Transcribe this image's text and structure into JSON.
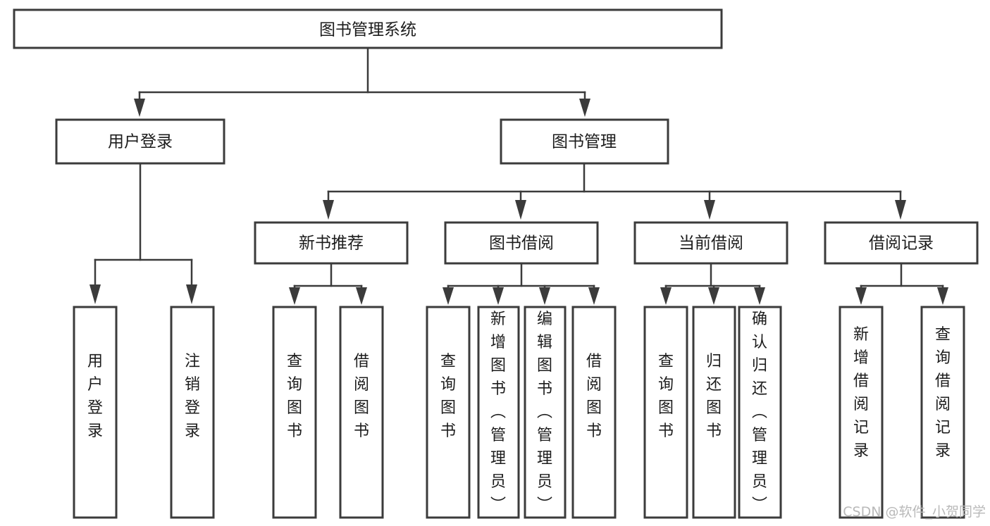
{
  "diagram": {
    "title": "图书管理系统",
    "type": "tree-hierarchy",
    "root": {
      "label": "图书管理系统"
    },
    "level2": [
      {
        "label": "用户登录"
      },
      {
        "label": "图书管理"
      }
    ],
    "level3": [
      {
        "label": "新书推荐"
      },
      {
        "label": "图书借阅"
      },
      {
        "label": "当前借阅"
      },
      {
        "label": "借阅记录"
      }
    ],
    "leaves": {
      "user_login": [
        {
          "label": "用户登录"
        },
        {
          "label": "注销登录"
        }
      ],
      "new_book_recommend": [
        {
          "label": "查询图书"
        },
        {
          "label": "借阅图书"
        }
      ],
      "book_borrow": [
        {
          "label": "查询图书"
        },
        {
          "label": "新增图书（管理员）"
        },
        {
          "label": "编辑图书（管理员）"
        },
        {
          "label": "借阅图书"
        }
      ],
      "current_borrow": [
        {
          "label": "查询图书"
        },
        {
          "label": "归还图书"
        },
        {
          "label": "确认归还（管理员）"
        }
      ],
      "borrow_record": [
        {
          "label": "新增借阅记录"
        },
        {
          "label": "查询借阅记录"
        }
      ]
    }
  },
  "watermark": {
    "text": "CSDN @软件_小贺同学"
  },
  "colors": {
    "background": "#ffffff",
    "box_fill": "#ffffff",
    "box_stroke": "#3b3b3b",
    "connector": "#3b3b3b",
    "text": "#1c1c1c",
    "watermark": "#b9b9b9"
  }
}
